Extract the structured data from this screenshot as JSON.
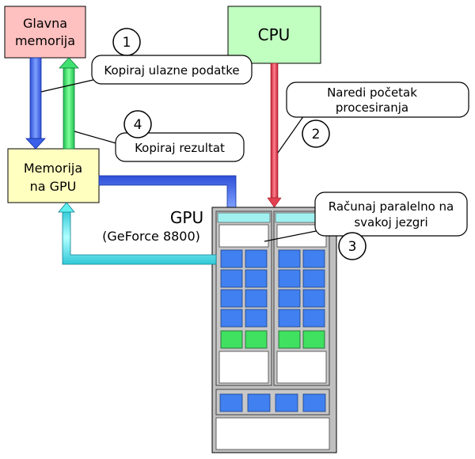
{
  "boxes": {
    "main_memory": {
      "line1": "Glavna",
      "line2": "memorija"
    },
    "cpu": {
      "label": "CPU"
    },
    "gpu_memory": {
      "line1": "Memorija",
      "line2": "na GPU"
    },
    "gpu": {
      "label": "GPU",
      "model": "(GeForce 8800)"
    }
  },
  "steps": [
    {
      "number": "1",
      "line1": "Kopiraj ulazne podatke",
      "line2": ""
    },
    {
      "number": "2",
      "line1": "Naredi početak",
      "line2": "procesiranja"
    },
    {
      "number": "3",
      "line1": "Računaj paralelno na",
      "line2": "svakoj jezgri"
    },
    {
      "number": "4",
      "line1": "Kopiraj rezultat",
      "line2": ""
    }
  ],
  "colors": {
    "main_memory": "#ffc0c0",
    "cpu": "#c0ffc0",
    "gpu_memory": "#ffffc0",
    "gpu_body": "#c0c0c0",
    "gpu_top": "#a0f0f0",
    "core": "#4080f0",
    "core_green": "#40e060",
    "arrow_blue": "#4a74ef",
    "arrow_green": "#40f070",
    "arrow_red": "#e04050",
    "arrow_cyan": "#60f0f0"
  }
}
